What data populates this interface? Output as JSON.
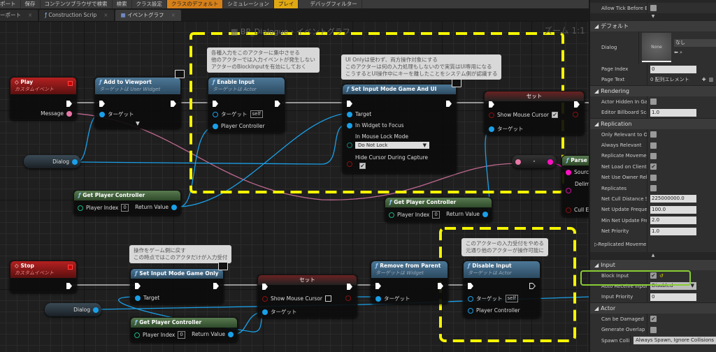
{
  "toolbar": {
    "items": [
      "ポート",
      "保存",
      "コンテンツブラウザで検索",
      "検索",
      "クラス設定",
      "クラスのデフォルト",
      "シミュレーション",
      "プレイ",
      "デバッグフィルター"
    ]
  },
  "tabs": [
    {
      "label": "ーポート"
    },
    {
      "label": "Construction Scrip"
    },
    {
      "label": "イベントグラフ"
    }
  ],
  "graph": {
    "breadcrumb": "BP_Dialogue",
    "breadcrumb_sep": "›",
    "breadcrumb_page": "イベントグラフ",
    "zoom": "ズーム 1:1"
  },
  "comments": [
    "各種入力をこのアクターに集中させる\n他のアクターでは入力イベントが発生しない\nアクターのBlockInputを有効にしておく",
    "UI Onlyは使わず、両方操作対象にする\nこのアクターは何の入力処理もしないので実質はUI専用になる\nこうするとUI操作中にキーを離したことをシステム側が認識する",
    "操作をゲーム側に戻す\nこの時点ではこのアクタだけが入力受付",
    "このアクターの入力受付をやめる\n元通り他のアクターが操作可能に"
  ],
  "nodes": {
    "play": {
      "title": "Play",
      "sub": "カスタムイベント",
      "pin": "Message"
    },
    "add_viewport": {
      "title": "Add to Viewport",
      "sub": "ターゲットは User Widget",
      "pin": "ターゲット"
    },
    "enable_input": {
      "title": "Enable Input",
      "sub": "ターゲットは Actor",
      "pin_target": "ターゲット",
      "self": "self",
      "pin_pc": "Player Controller"
    },
    "set_mode_ui": {
      "title": "Set Input Mode Game And UI",
      "pin_target": "Target",
      "pin_focus": "In Widget to Focus",
      "pin_lock": "In Mouse Lock Mode",
      "lock_value": "Do Not Lock",
      "pin_hide": "Hide Cursor During Capture"
    },
    "set_top": {
      "title": "セット",
      "pin_cursor": "Show Mouse Cursor",
      "pin_target": "ターゲット"
    },
    "dialog_var": {
      "label": "Dialog"
    },
    "gpc": {
      "title": "Get Player Controller",
      "pin_index": "Player Index",
      "index_value": "0",
      "pin_return": "Return Value"
    },
    "parse": {
      "title": "Parse",
      "pin_source": "Source",
      "pin_delim": "Delim",
      "pin_cull": "Cull E"
    },
    "stop": {
      "title": "Stop",
      "sub": "カスタムイベント"
    },
    "set_mode_game": {
      "title": "Set Input Mode Game Only",
      "pin_target": "Target"
    },
    "set_bottom": {
      "title": "セット",
      "pin_cursor": "Show Mouse Cursor",
      "pin_target": "ターゲット"
    },
    "remove_parent": {
      "title": "Remove from Parent",
      "sub": "ターゲットは Widget",
      "pin_target": "ターゲット"
    },
    "disable_input": {
      "title": "Disable Input",
      "sub": "ターゲットは Actor",
      "pin_target": "ターゲット",
      "self": "self",
      "pin_pc": "Player Controller"
    }
  },
  "panel": {
    "rows": [
      {
        "type": "check",
        "label": "Allow Tick Before Be",
        "checked": false
      },
      {
        "type": "divider",
        "label": "▼"
      },
      {
        "type": "header",
        "label": "デフォルト"
      },
      {
        "type": "asset",
        "label": "Dialog",
        "thumb": "None",
        "value": "なし"
      },
      {
        "type": "number",
        "label": "Page Index",
        "value": "0"
      },
      {
        "type": "array",
        "label": "Page Text",
        "value": "0 配列エレメント"
      },
      {
        "type": "header",
        "label": "Rendering"
      },
      {
        "type": "check",
        "label": "Actor Hidden In Gam",
        "checked": false
      },
      {
        "type": "number",
        "label": "Editor Billboard Scal",
        "value": "1.0"
      },
      {
        "type": "header",
        "label": "Replication"
      },
      {
        "type": "check",
        "label": "Only Relevant to Ow",
        "checked": false
      },
      {
        "type": "check",
        "label": "Always Relevant",
        "checked": false
      },
      {
        "type": "check",
        "label": "Replicate Movemen",
        "checked": false
      },
      {
        "type": "check",
        "label": "Net Load on Client",
        "checked": true
      },
      {
        "type": "check",
        "label": "Net Use Owner Rele",
        "checked": false
      },
      {
        "type": "check",
        "label": "Replicates",
        "checked": false
      },
      {
        "type": "number",
        "label": "Net Cull Distance Sc",
        "value": "225000000.0"
      },
      {
        "type": "number",
        "label": "Net Update Frequen",
        "value": "100.0"
      },
      {
        "type": "number",
        "label": "Min Net Update Fre",
        "value": "2.0"
      },
      {
        "type": "number",
        "label": "Net Priority",
        "value": "1.0"
      },
      {
        "type": "collapsed",
        "label": "Replicated Moveme"
      },
      {
        "type": "divider",
        "label": "▲"
      },
      {
        "type": "header",
        "label": "Input"
      },
      {
        "type": "check",
        "label": "Block Input",
        "checked": true,
        "reset": true,
        "highlight": true
      },
      {
        "type": "combo",
        "label": "Auto Receive Input",
        "value": "Disabled"
      },
      {
        "type": "number",
        "label": "Input Priority",
        "value": "0"
      },
      {
        "type": "header",
        "label": "Actor"
      },
      {
        "type": "check",
        "label": "Can be Damaged",
        "checked": true
      },
      {
        "type": "check",
        "label": "Generate Overlap Ev",
        "checked": false
      },
      {
        "type": "wide",
        "label": "Spawn Collision Han",
        "value": "Always Spawn, Ignore Collisions"
      }
    ]
  },
  "colors": {
    "highlight_dashed": "#f5f500",
    "highlight_panel": "#88cc33",
    "exec_wire": "#dddddd",
    "object_wire": "#1aa0e8",
    "string_wire": "#e878a8"
  }
}
